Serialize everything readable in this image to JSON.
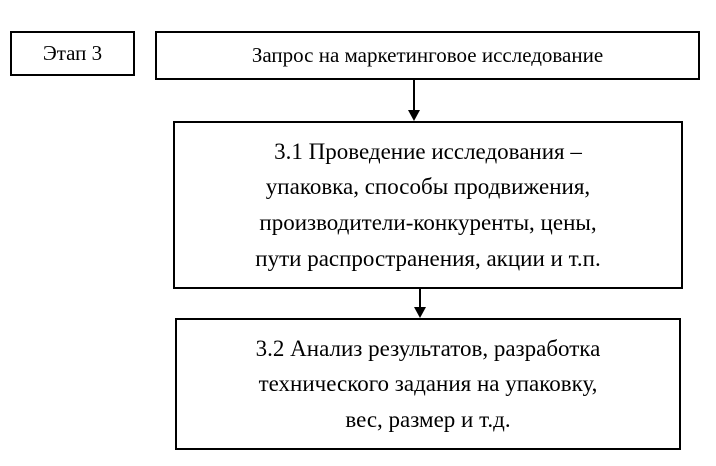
{
  "stage": {
    "label": "Этап 3"
  },
  "request": {
    "label": "Запрос на маркетинговое исследование"
  },
  "step1": {
    "lines": [
      "3.1 Проведение исследования –",
      "упаковка, способы продвижения,",
      "производители-конкуренты, цены,",
      "пути распространения, акции и т.п."
    ]
  },
  "step2": {
    "lines": [
      "3.2 Анализ результатов, разработка",
      "технического задания на упаковку,",
      "вес, размер и т.д."
    ]
  }
}
